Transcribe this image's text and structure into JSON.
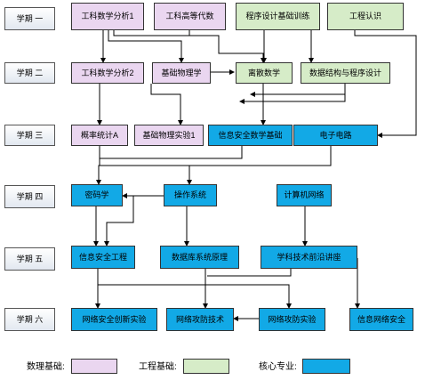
{
  "semesters": [
    "学期 一",
    "学期 二",
    "学期 三",
    "学期 四",
    "学期 五",
    "学期 六"
  ],
  "courses": {
    "c1": "工科数学分析1",
    "c2": "工科高等代数",
    "c3": "程序设计基础训练",
    "c4": "工程认识",
    "c5": "工科数学分析2",
    "c6": "基础物理学",
    "c7": "离散数学",
    "c8": "数据结构与程序设计",
    "c9": "概率统计A",
    "c10": "基础物理实验1",
    "c11": "信息安全数学基础",
    "c12": "电子电路",
    "c13": "密码学",
    "c14": "操作系统",
    "c15": "计算机网络",
    "c16": "信息安全工程",
    "c17": "数据库系统原理",
    "c18": "学科技术前沿讲座",
    "c19": "网络安全创新实验",
    "c20": "网络攻防技术",
    "c21": "网络攻防实验",
    "c22": "信息网络安全"
  },
  "legend": {
    "math": "数理基础:",
    "eng": "工程基础:",
    "core": "核心专业:"
  },
  "colors": {
    "math": "#ead6f0",
    "eng": "#d6ecc8",
    "core": "#12a9e6"
  }
}
